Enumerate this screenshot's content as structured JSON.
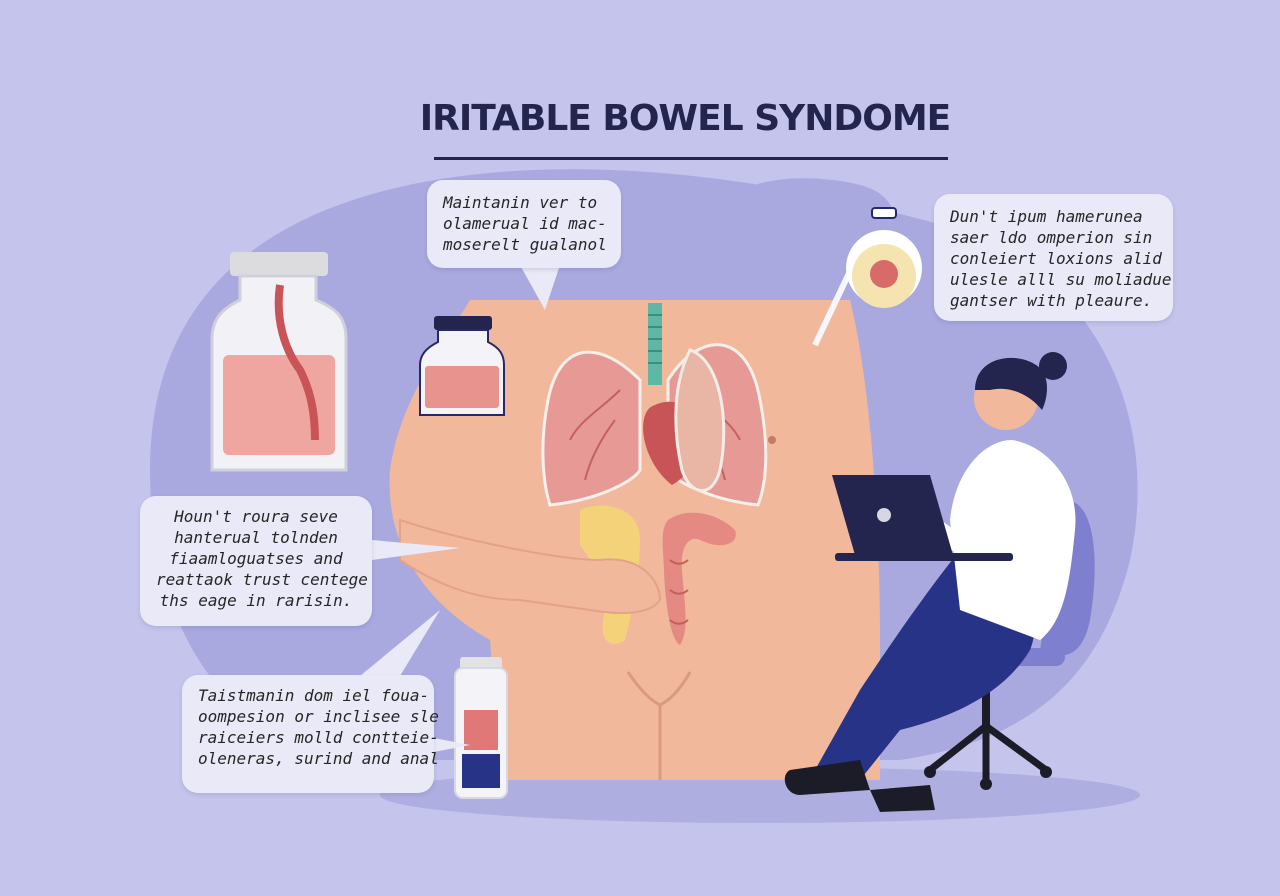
{
  "title": "IRITABLE BOWEL SYNDOME",
  "colors": {
    "background": "#c4c4ec",
    "blob": "#a9a9df",
    "title_text": "#23254f",
    "skin": "#f2b89c",
    "lung": "#e79a95",
    "trachea": "#5fb7a5",
    "intestine": "#e48a82",
    "bile": "#f3d27a",
    "navy": "#263387",
    "chair": "#7f7fd0",
    "note_bg": "#e9e9f7",
    "note_text": "#262626"
  },
  "notes": [
    {
      "id": "note-1",
      "lines": [
        "Maintanin ver to",
        "olamerual id mac-",
        "moserelt gualanol"
      ]
    },
    {
      "id": "note-2",
      "lines": [
        "Dun't ipum hamerunea",
        "saer ldo omperion sin",
        "conleiert loxions alid",
        "ulesle alll su moliadue",
        "gantser with pleaure."
      ]
    },
    {
      "id": "note-3",
      "lines": [
        "Houn't roura seve",
        "hanterual tolnden",
        "fiaamloguatses and",
        "reattaok trust centege",
        "ths eage in rarisin."
      ]
    },
    {
      "id": "note-4",
      "lines": [
        "Taistmanin dom iel foua-",
        "oompesion or inclisee sle",
        "raiceiers molld contteie-",
        "oleneras, surind and anal"
      ]
    }
  ],
  "icons": [
    "glass-jar-icon",
    "small-jar-icon",
    "round-flask-icon",
    "test-tube-bottle-icon",
    "laptop-icon",
    "office-chair-icon"
  ]
}
